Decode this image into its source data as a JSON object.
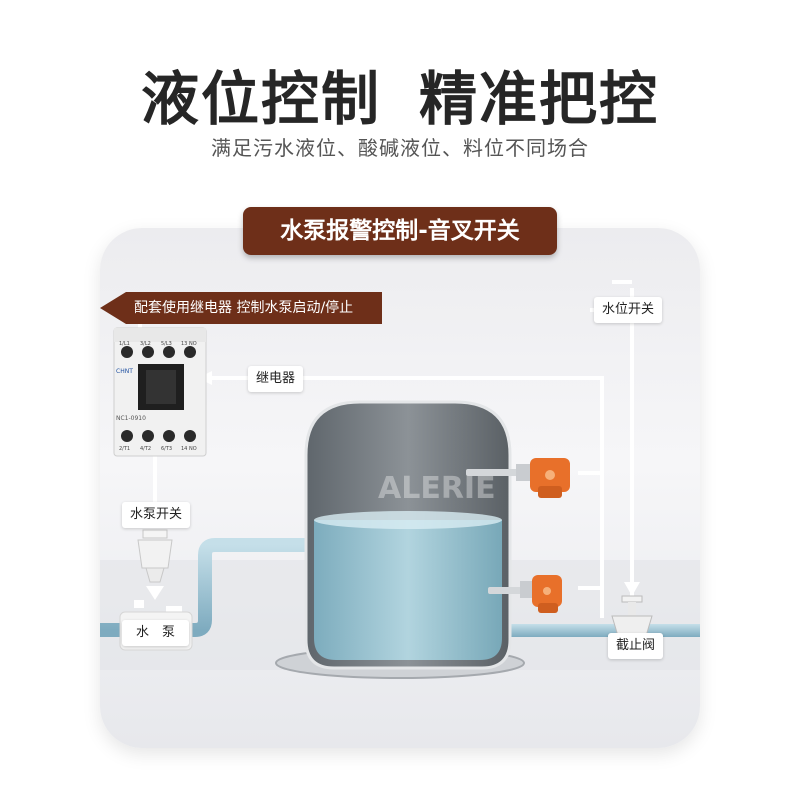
{
  "header": {
    "title_left": "液位控制",
    "title_right": "精准把控",
    "subtitle": "满足污水液位、酸碱液位、料位不同场合"
  },
  "banner": {
    "label": "水泵报警控制-音叉开关"
  },
  "callouts": {
    "contactor_note": "配套使用继电器 控制水泵启动/停止",
    "relay": "继电器",
    "level_switch": "水位开关",
    "pump_switch": "水泵开关",
    "pump": "水　泵",
    "valve": "截止阀"
  },
  "contactor": {
    "brand": "CHNT",
    "model": "NC1-0910",
    "top_terminals": [
      "1/L1",
      "3/L2",
      "5/L3",
      "13 NO"
    ],
    "bottom_terminals": [
      "2/T1",
      "4/T2",
      "6/T3",
      "14 NO"
    ]
  },
  "watermark": "ALERIE",
  "colors": {
    "banner": "#6e2f19",
    "water": "#8fc3d3",
    "tank": "#7d8388",
    "sensor": "#e8702a",
    "pipe": "#9fc5d6"
  },
  "icons": [
    "tuning-fork-sensor-icon",
    "pump-icon",
    "valve-icon",
    "switch-icon"
  ]
}
